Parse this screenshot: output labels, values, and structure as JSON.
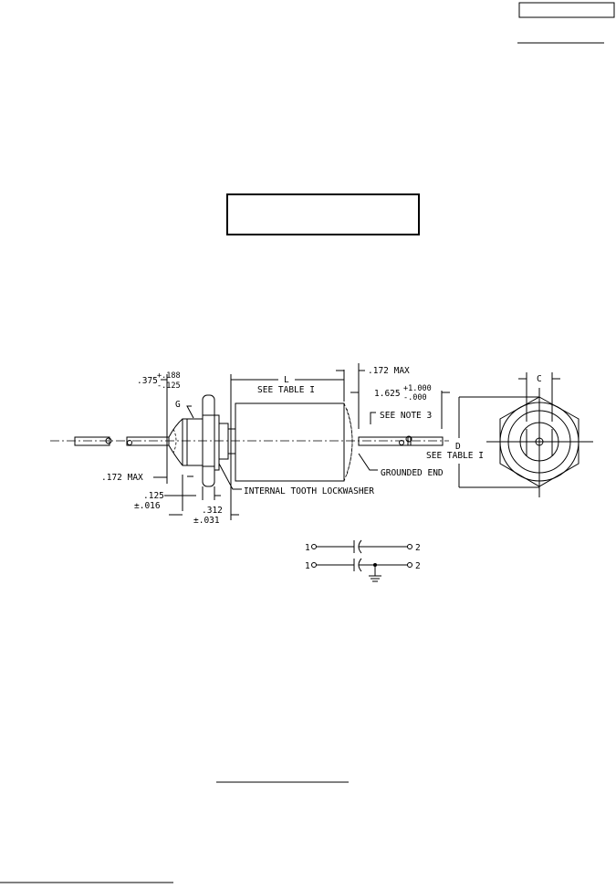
{
  "drawing": {
    "dimensions": {
      "nut_offset": ".375",
      "nut_offset_plus": "+.188",
      "nut_offset_minus": "-.125",
      "length_label": "L",
      "length_ref": "SEE TABLE I",
      "lead_max_right": ".172 MAX",
      "lead_length": "1.625",
      "lead_length_plus": "+1.000",
      "lead_length_minus": "-.000",
      "thread_label": "G",
      "note_ref": "SEE NOTE 3",
      "lead_max_left": ".172 MAX",
      "lockwasher_label": "INTERNAL TOOTH LOCKWASHER",
      "grounded_end_label": "GROUNDED END",
      "nut_thickness": ".125",
      "nut_thickness_tol": "±.016",
      "bushing_length": ".312",
      "bushing_length_tol": "±.031",
      "diameter_label": "D",
      "diameter_ref": "SEE TABLE I",
      "hex_flat_label": "C"
    },
    "schematic": {
      "row1_left": "1",
      "row1_right": "2",
      "row2_left": "1",
      "row2_right": "2"
    }
  }
}
